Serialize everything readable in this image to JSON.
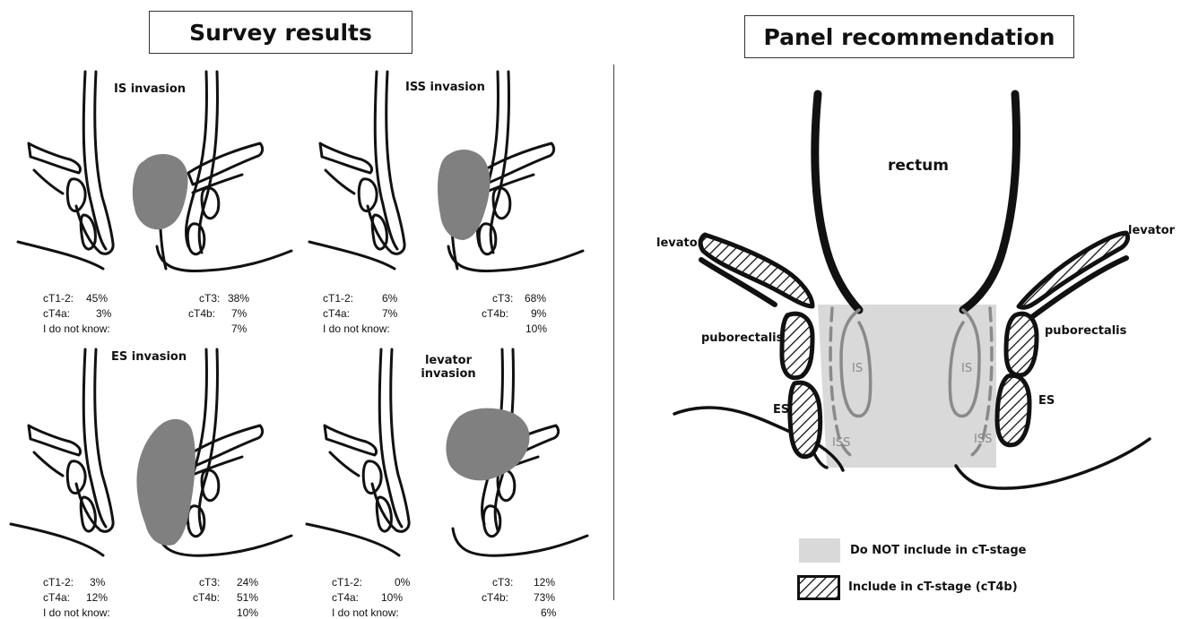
{
  "survey": {
    "title": "Survey results",
    "panels": [
      {
        "label": "IS invasion",
        "stats": {
          "ct12_label": "cT1-2:",
          "ct12_value": "45%",
          "ct4a_label": "cT4a:",
          "ct4a_value": "3%",
          "idk_label": "I do not know:",
          "idk_value": "7%",
          "ct3_label": "cT3:",
          "ct3_value": "38%",
          "ct4b_label": "cT4b:",
          "ct4b_value": "7%"
        }
      },
      {
        "label": "ISS invasion",
        "stats": {
          "ct12_label": "cT1-2:",
          "ct12_value": "6%",
          "ct4a_label": "cT4a:",
          "ct4a_value": "7%",
          "idk_label": "I do not know:",
          "idk_value": "10%",
          "ct3_label": "cT3:",
          "ct3_value": "68%",
          "ct4b_label": "cT4b:",
          "ct4b_value": "9%"
        }
      },
      {
        "label": "ES invasion",
        "stats": {
          "ct12_label": "cT1-2:",
          "ct12_value": "3%",
          "ct4a_label": "cT4a:",
          "ct4a_value": "12%",
          "idk_label": "I do not know:",
          "idk_value": "10%",
          "ct3_label": "cT3:",
          "ct3_value": "24%",
          "ct4b_label": "cT4b:",
          "ct4b_value": "51%"
        }
      },
      {
        "label_line1": "levator",
        "label_line2": "invasion",
        "stats": {
          "ct12_label": "cT1-2:",
          "ct12_value": "0%",
          "ct4a_label": "cT4a:",
          "ct4a_value": "10%",
          "idk_label": "I do not know:",
          "idk_value": "6%",
          "ct3_label": "cT3:",
          "ct3_value": "12%",
          "ct4b_label": "cT4b:",
          "ct4b_value": "73%"
        }
      }
    ]
  },
  "panel": {
    "title": "Panel recommendation",
    "labels": {
      "rectum": "rectum",
      "levator_left": "levator",
      "levator_right": "levator",
      "puborectalis_left": "puborectalis",
      "puborectalis_right": "puborectalis",
      "es_left": "ES",
      "es_right": "ES",
      "is_left": "IS",
      "is_right": "IS",
      "iss_left": "ISS",
      "iss_right": "ISS"
    },
    "legend": {
      "exclude": "Do NOT include in cT-stage",
      "include": "Include in cT-stage (cT4b)"
    }
  },
  "colors": {
    "tumor": "#808080",
    "gray_zone": "#d9d9d9",
    "inner_gray": "#8a8a8a",
    "outline": "#111111"
  }
}
